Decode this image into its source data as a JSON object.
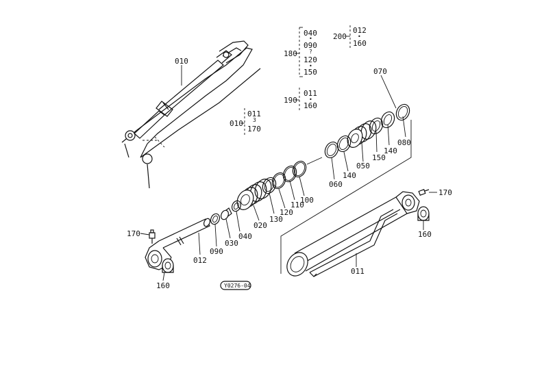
{
  "labels": {
    "l010": "010",
    "l040": "040",
    "l090": "090",
    "l120": "120",
    "l150": "150",
    "l180": "180",
    "l011": "011",
    "l160": "160",
    "l190": "190",
    "l012": "012",
    "l200": "200",
    "l170": "170",
    "l070": "070",
    "l080": "080",
    "l050": "050",
    "l060": "060",
    "l100": "100",
    "l110": "110",
    "l130": "130",
    "l020": "020",
    "l030": "030",
    "diagram_code": "Y0276-04"
  },
  "colors": {
    "line": "#111111",
    "background": "#ffffff"
  }
}
